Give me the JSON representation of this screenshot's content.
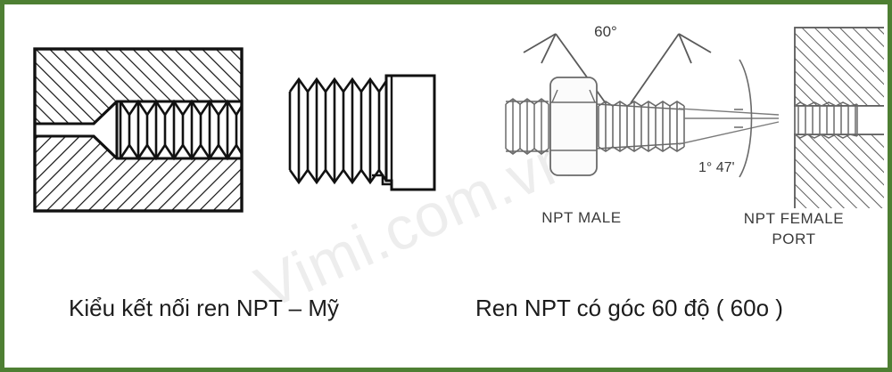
{
  "frame": {
    "border_color": "#4e7f33",
    "background": "#ffffff"
  },
  "watermark": {
    "text": "Vimi.com.vn"
  },
  "diagrams": {
    "left": {
      "name": "npt-thread-connection-section",
      "figures": [
        {
          "name": "female-threaded-port-section",
          "description": "hatched cross-section of internal NPT thread"
        },
        {
          "name": "male-threaded-plug",
          "description": "external tapered NPT thread plug"
        }
      ]
    },
    "right": {
      "name": "npt-thread-angle-detail",
      "annotations": {
        "thread_angle": "60°",
        "taper_angle": "1° 47'"
      },
      "labels": {
        "male": "NPT MALE",
        "female_line1": "NPT FEMALE",
        "female_line2": "PORT"
      }
    }
  },
  "captions": {
    "left": "Kiểu kết nối ren NPT – Mỹ",
    "right": "Ren NPT có góc 60 độ ( 60o )"
  }
}
